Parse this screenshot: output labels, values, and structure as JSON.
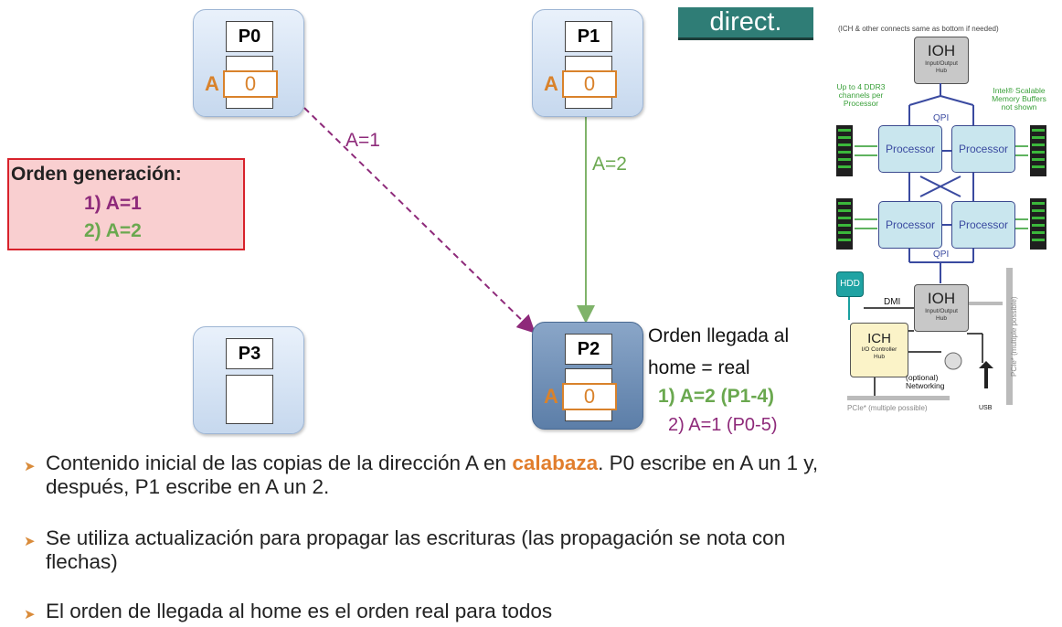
{
  "nodes": {
    "p0": {
      "name": "P0",
      "a_label": "A",
      "a_value": "0"
    },
    "p1": {
      "name": "P1",
      "a_label": "A",
      "a_value": "0"
    },
    "p2": {
      "name": "P2",
      "a_label": "A",
      "a_value": "0"
    },
    "p3": {
      "name": "P3"
    }
  },
  "arrows": {
    "p0_to_p2": "A=1",
    "p1_to_p2": "A=2"
  },
  "orden_generacion": {
    "title": "Orden generación:",
    "item1": "1) A=1",
    "item2": "2) A=2"
  },
  "orden_llegada": {
    "line1": "Orden llegada al",
    "line2": "home = real",
    "item1": "1) A=2 (P1-4)",
    "item2": "2) A=1 (P0-5)"
  },
  "direct_label": "direct.",
  "figure": {
    "note": "(ICH & other connects same as bottom if needed)",
    "ioh_top": {
      "title": "IOH",
      "sub1": "Input/Output",
      "sub2": "Hub"
    },
    "ddr_note": [
      "Up to 4 DDR3",
      "channels per",
      "Processor"
    ],
    "buffers_note": [
      "Intel® Scalable",
      "Memory Buffers",
      "not shown"
    ],
    "qpi": "QPI",
    "processor": "Processor",
    "hdd": "HDD",
    "dmi": "DMI",
    "ioh_bottom": {
      "title": "IOH",
      "sub1": "Input/Output",
      "sub2": "Hub"
    },
    "ich": {
      "title": "ICH",
      "sub1": "I/O Controller",
      "sub2": "Hub"
    },
    "networking": [
      "(optional)",
      "Networking"
    ],
    "pcie_bottom": "PCIe* (multiple possible)",
    "pcie_side": "PCIe* (multiple possible)",
    "usb": "USB"
  },
  "bullets": {
    "b1_pre": "Contenido inicial de las copias de la dirección A en ",
    "b1_hl": "calabaza",
    "b1_post": ". P0 escribe en A un 1 y,",
    "b1_line2": "después, P1 escribe en A un 2.",
    "b2_line1": "Se utiliza actualización para propagar las escrituras (las propagación se nota con",
    "b2_line2": "flechas)",
    "b3": "El orden de llegada al home es el orden real para todos"
  },
  "colors": {
    "accent_orange": "#e17d2c",
    "purple": "#8e2a7a",
    "green": "#6aa84f",
    "direct_bg": "#2f7d76"
  }
}
